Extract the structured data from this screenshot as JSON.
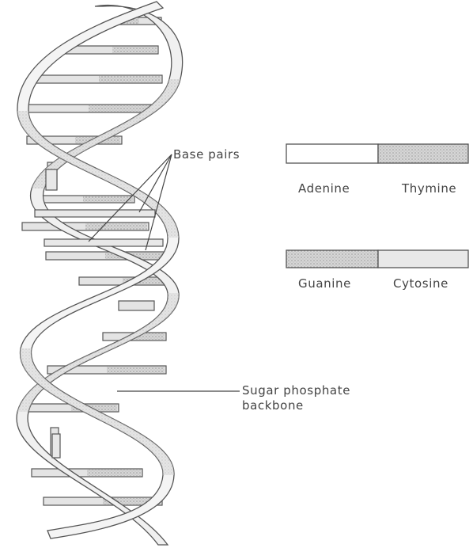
{
  "labels": {
    "base_pairs": "Base pairs",
    "adenine": "Adenine",
    "thymine": "Thymine",
    "guanine": "Guanine",
    "cytosine": "Cytosine",
    "sugar_phosphate_line1": "Sugar phosphate",
    "sugar_phosphate_line2": "backbone"
  },
  "colors": {
    "ink": "#555555",
    "ribbon_fill": "#f1f1f1",
    "ribbon_shade": "#d2d2d2",
    "rung_fill": "#e2e2e2",
    "purine_fill": "#c8c8c8"
  }
}
